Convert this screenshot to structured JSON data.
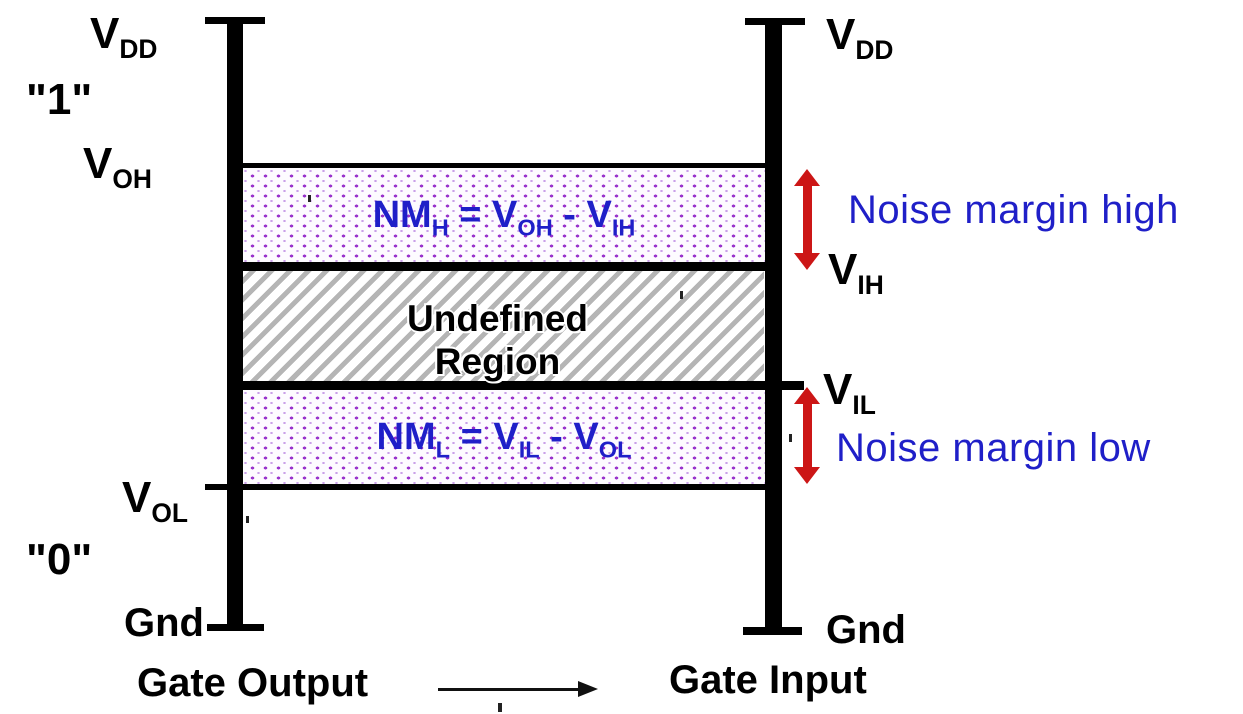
{
  "colors": {
    "text_black": "#000000",
    "annotation_blue": "#1f1fc8",
    "arrow_red": "#cc1616",
    "dot_purple": "#9933cc",
    "hatch_gray": "#b5b5b5"
  },
  "left_axis": {
    "vdd": {
      "main": "V",
      "sub": "DD"
    },
    "logic_one": "\"1\"",
    "voh": {
      "main": "V",
      "sub": "OH"
    },
    "vol": {
      "main": "V",
      "sub": "OL"
    },
    "logic_zero": "\"0\"",
    "gnd": "Gnd"
  },
  "right_axis": {
    "vdd": {
      "main": "V",
      "sub": "DD"
    },
    "vih": {
      "main": "V",
      "sub": "IH"
    },
    "vil": {
      "main": "V",
      "sub": "IL"
    },
    "gnd": "Gnd"
  },
  "bands": {
    "nmh_formula": {
      "t1": "NM",
      "s1": "H",
      "t2": " = V",
      "s2": "OH",
      "t3": " - V",
      "s3": "IH"
    },
    "undefined_region": {
      "line1": "Undefined",
      "line2": "Region"
    },
    "nml_formula": {
      "t1": "NM",
      "s1": "L",
      "t2": " = V",
      "s2": "IL",
      "t3": " - V",
      "s3": "OL"
    }
  },
  "annotations": {
    "noise_margin_high": "Noise margin high",
    "noise_margin_low": "Noise margin low"
  },
  "footer": {
    "gate_output": "Gate Output",
    "gate_input": "Gate Input"
  }
}
